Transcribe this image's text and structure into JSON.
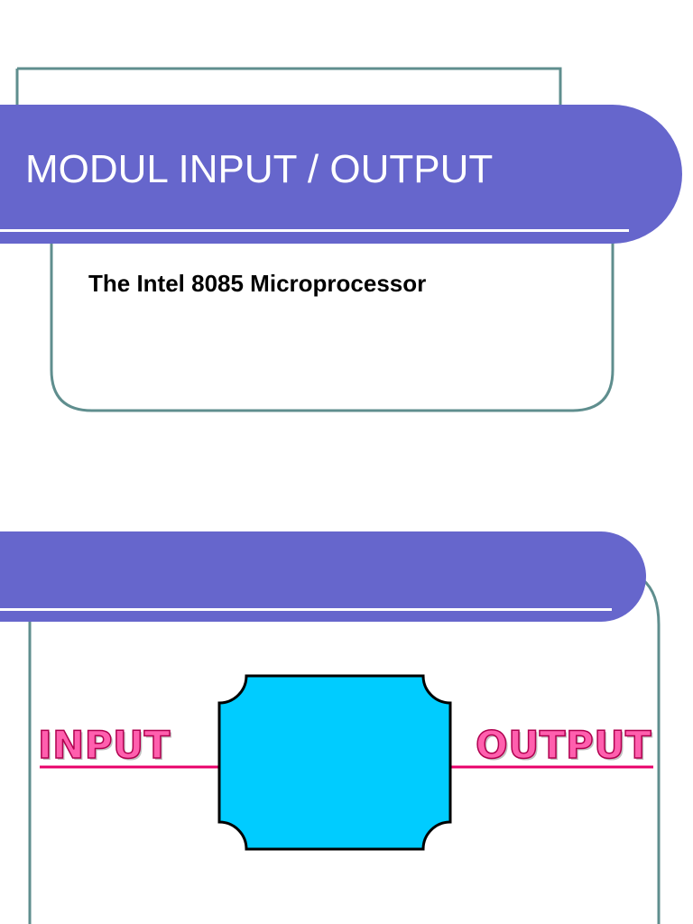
{
  "slide1": {
    "title": "MODUL INPUT / OUTPUT",
    "subtitle": "The Intel 8085 Microprocessor"
  },
  "slide2": {
    "title": "",
    "diagram": {
      "input_label": "INPUT",
      "output_label": "OUTPUT"
    }
  },
  "colors": {
    "banner": "#6666cc",
    "frame_border": "#5f8e8e",
    "label_fill": "#ff5fae",
    "label_outline": "#b0004f",
    "signal_line": "#e8006a",
    "box_fill": "#00ccff",
    "box_stroke": "#000000"
  }
}
